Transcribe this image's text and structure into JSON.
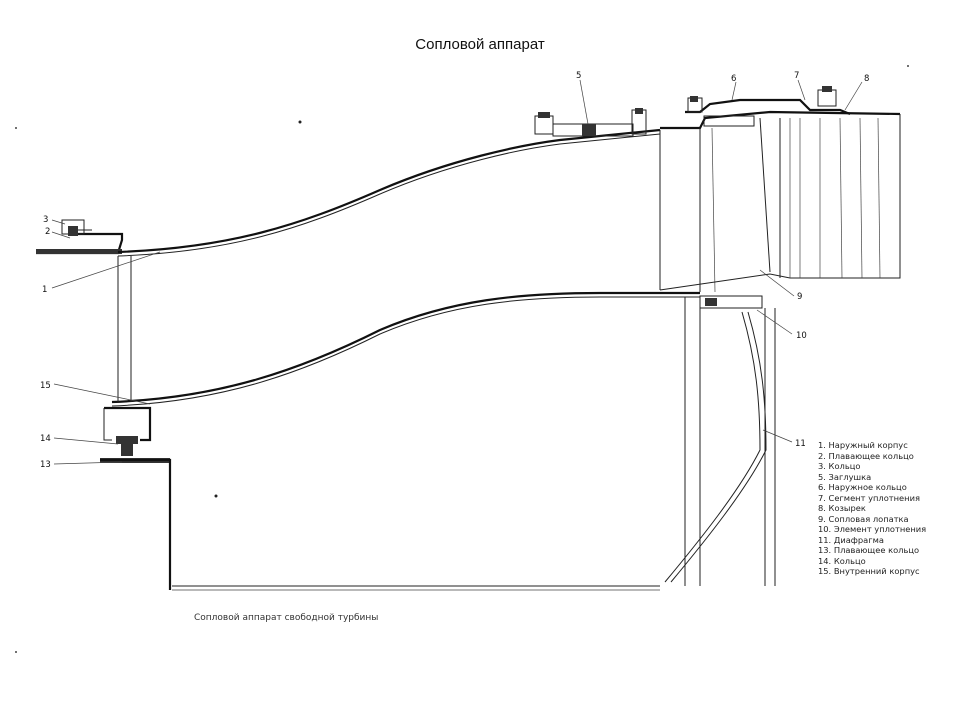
{
  "title": "Сопловой аппарат",
  "caption": "Сопловой аппарат свободной турбины",
  "callouts": [
    "1",
    "2",
    "3",
    "5",
    "6",
    "7",
    "8",
    "9",
    "10",
    "11",
    "13",
    "14",
    "15"
  ],
  "legend": [
    "1. Наружный корпус",
    "2. Плавающее кольцо",
    "3. Кольцо",
    "5. Заглушка",
    "6. Наружное кольцо",
    "7. Сегмент уплотнения",
    "8. Козырек",
    "9. Сопловая лопатка",
    "10. Элемент уплотнения",
    "11. Диафрагма",
    "13. Плавающее кольцо",
    "14. Кольцо",
    "15. Внутренний корпус"
  ]
}
